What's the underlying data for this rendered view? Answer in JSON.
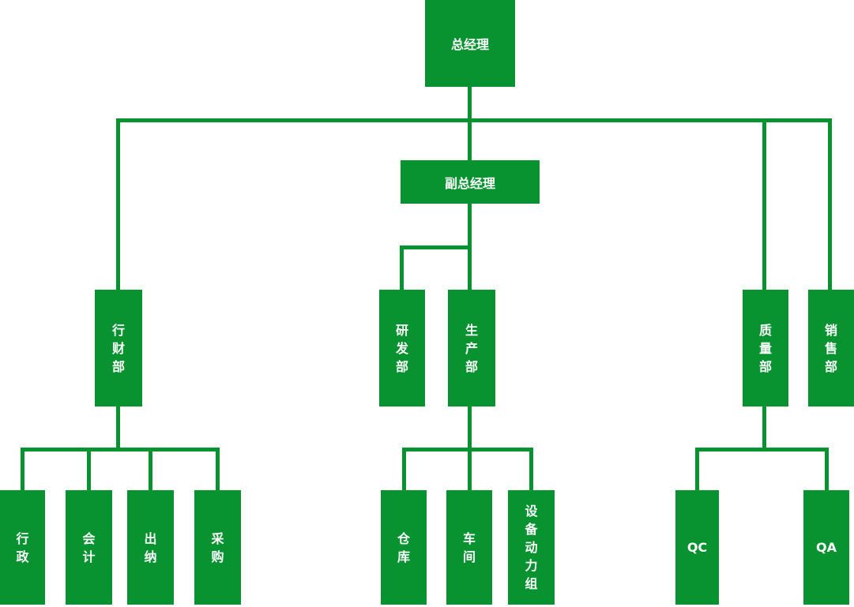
{
  "org_chart": {
    "colors": {
      "node_fill": "#089330",
      "node_text": "#ffffff",
      "connector": "#089330",
      "background": "#ffffff"
    },
    "nodes": {
      "general_manager": "总经理",
      "deputy_general_manager": "副总经理",
      "admin_finance_dept": "行财部",
      "rnd_dept": "研发部",
      "production_dept": "生产部",
      "quality_dept": "质量部",
      "sales_dept": "销售部",
      "administration": "行政",
      "accounting": "会计",
      "cashier": "出纳",
      "purchasing": "采购",
      "warehouse": "仓库",
      "workshop": "车间",
      "equipment_power_group": "设备动力组",
      "qc": "QC",
      "qa": "QA"
    },
    "hierarchy": {
      "总经理": [
        "行财部",
        "副总经理",
        "质量部",
        "销售部"
      ],
      "副总经理": [
        "研发部",
        "生产部"
      ],
      "行财部": [
        "行政",
        "会计",
        "出纳",
        "采购"
      ],
      "生产部": [
        "仓库",
        "车间",
        "设备动力组"
      ],
      "质量部": [
        "QC",
        "QA"
      ]
    }
  }
}
